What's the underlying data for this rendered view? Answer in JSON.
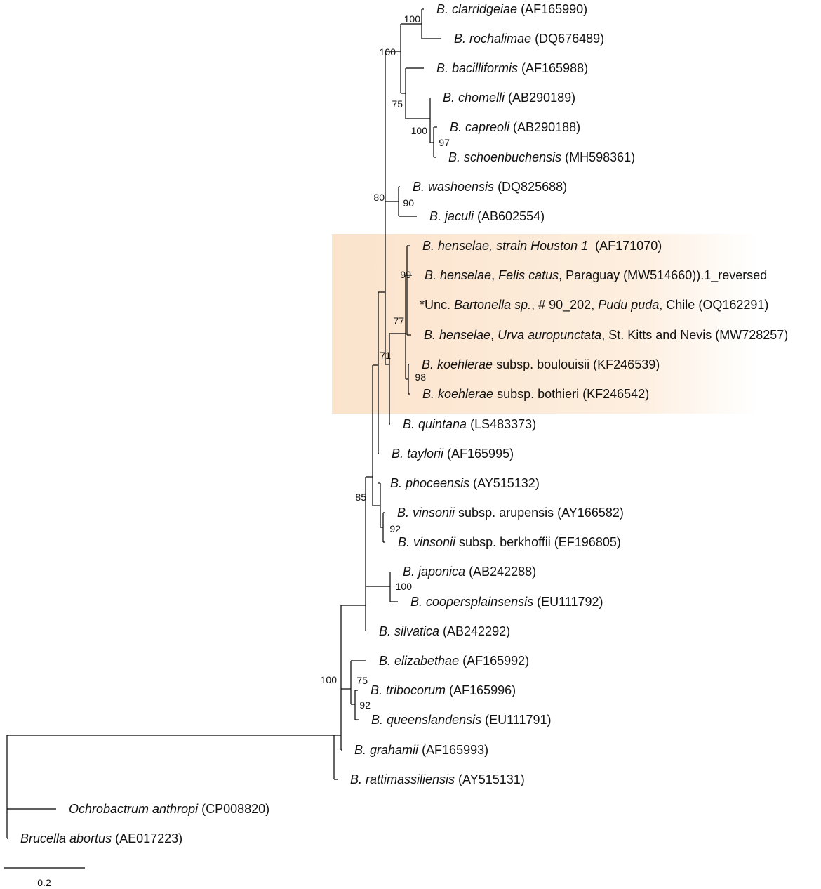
{
  "highlight_color": "#fbe3cc",
  "line_color": "#000000",
  "scale_bar": {
    "label": "0.2"
  },
  "leaves": [
    {
      "id": "clarridgeiae",
      "parts": [
        {
          "t": "B. clarridgeiae",
          "i": true
        },
        {
          "t": " (AF165990)",
          "i": false
        }
      ]
    },
    {
      "id": "rochalimae",
      "parts": [
        {
          "t": "B. rochalimae",
          "i": true
        },
        {
          "t": " (DQ676489)",
          "i": false
        }
      ]
    },
    {
      "id": "bacilliformis",
      "parts": [
        {
          "t": "B. bacilliformis",
          "i": true
        },
        {
          "t": " (AF165988)",
          "i": false
        }
      ]
    },
    {
      "id": "chomelli",
      "parts": [
        {
          "t": "B. chomelli",
          "i": true
        },
        {
          "t": " (AB290189)",
          "i": false
        }
      ]
    },
    {
      "id": "capreoli",
      "parts": [
        {
          "t": "B. capreoli",
          "i": true
        },
        {
          "t": " (AB290188)",
          "i": false
        }
      ]
    },
    {
      "id": "schoenbuchensis",
      "parts": [
        {
          "t": "B. schoenbuchensis",
          "i": true
        },
        {
          "t": " (MH598361)",
          "i": false
        }
      ]
    },
    {
      "id": "washoensis",
      "parts": [
        {
          "t": "B. washoensis",
          "i": true
        },
        {
          "t": " (DQ825688)",
          "i": false
        }
      ]
    },
    {
      "id": "jaculi",
      "parts": [
        {
          "t": "B. jaculi",
          "i": true
        },
        {
          "t": " (AB602554)",
          "i": false
        }
      ]
    },
    {
      "id": "henselae-houston",
      "parts": [
        {
          "t": "B. henselae, strain Houston 1",
          "i": true
        },
        {
          "t": "  (AF171070)",
          "i": false
        }
      ]
    },
    {
      "id": "henselae-felis",
      "parts": [
        {
          "t": "B. henselae",
          "i": true
        },
        {
          "t": ", ",
          "i": false
        },
        {
          "t": "Felis catus",
          "i": true
        },
        {
          "t": ", Paraguay (MW514660)).1_reversed",
          "i": false
        }
      ]
    },
    {
      "id": "unc-bartonella",
      "parts": [
        {
          "t": "*Unc. ",
          "i": false
        },
        {
          "t": "Bartonella sp.",
          "i": true
        },
        {
          "t": ", # 90_202, ",
          "i": false
        },
        {
          "t": "Pudu puda",
          "i": true
        },
        {
          "t": ", Chile (OQ162291)",
          "i": false
        }
      ]
    },
    {
      "id": "henselae-urva",
      "parts": [
        {
          "t": "B. henselae",
          "i": true
        },
        {
          "t": ", ",
          "i": false
        },
        {
          "t": "Urva auropunctata",
          "i": true
        },
        {
          "t": ", St. Kitts and Nevis (MW728257)",
          "i": false
        }
      ]
    },
    {
      "id": "koehlerae-boulouisii",
      "parts": [
        {
          "t": "B. koehlerae",
          "i": true
        },
        {
          "t": " subsp. boulouisii (KF246539)",
          "i": false
        }
      ]
    },
    {
      "id": "koehlerae-bothieri",
      "parts": [
        {
          "t": "B. koehlerae",
          "i": true
        },
        {
          "t": " subsp. bothieri (KF246542)",
          "i": false
        }
      ]
    },
    {
      "id": "quintana",
      "parts": [
        {
          "t": "B. quintana",
          "i": true
        },
        {
          "t": " (LS483373)",
          "i": false
        }
      ]
    },
    {
      "id": "taylorii",
      "parts": [
        {
          "t": "B. taylorii",
          "i": true
        },
        {
          "t": " (AF165995)",
          "i": false
        }
      ]
    },
    {
      "id": "phoceensis",
      "parts": [
        {
          "t": "B. phoceensis",
          "i": true
        },
        {
          "t": " (AY515132)",
          "i": false
        }
      ]
    },
    {
      "id": "vinsonii-arupensis",
      "parts": [
        {
          "t": "B. vinsonii",
          "i": true
        },
        {
          "t": " subsp. arupensis (AY166582)",
          "i": false
        }
      ]
    },
    {
      "id": "vinsonii-berkhoffii",
      "parts": [
        {
          "t": "B. vinsonii",
          "i": true
        },
        {
          "t": " subsp. berkhoffii (EF196805)",
          "i": false
        }
      ]
    },
    {
      "id": "japonica",
      "parts": [
        {
          "t": "B. japonica",
          "i": true
        },
        {
          "t": " (AB242288)",
          "i": false
        }
      ]
    },
    {
      "id": "coopersplainsensis",
      "parts": [
        {
          "t": "B. coopersplainsensis",
          "i": true
        },
        {
          "t": " (EU111792)",
          "i": false
        }
      ]
    },
    {
      "id": "silvatica",
      "parts": [
        {
          "t": "B. silvatica",
          "i": true
        },
        {
          "t": " (AB242292)",
          "i": false
        }
      ]
    },
    {
      "id": "elizabethae",
      "parts": [
        {
          "t": "B. elizabethae",
          "i": true
        },
        {
          "t": " (AF165992)",
          "i": false
        }
      ]
    },
    {
      "id": "tribocorum",
      "parts": [
        {
          "t": "B. tribocorum",
          "i": true
        },
        {
          "t": " (AF165996)",
          "i": false
        }
      ]
    },
    {
      "id": "queenslandensis",
      "parts": [
        {
          "t": "B. queenslandensis",
          "i": true
        },
        {
          "t": " (EU111791)",
          "i": false
        }
      ]
    },
    {
      "id": "grahamii",
      "parts": [
        {
          "t": "B. grahamii",
          "i": true
        },
        {
          "t": " (AF165993)",
          "i": false
        }
      ]
    },
    {
      "id": "rattimassiliensis",
      "parts": [
        {
          "t": "B. rattimassiliensis",
          "i": true
        },
        {
          "t": " (AY515131)",
          "i": false
        }
      ]
    },
    {
      "id": "ochrobactrum",
      "parts": [
        {
          "t": "Ochrobactrum anthropi",
          "i": true
        },
        {
          "t": " (CP008820)",
          "i": false
        }
      ]
    },
    {
      "id": "brucella",
      "parts": [
        {
          "t": "Brucella abortus",
          "i": true
        },
        {
          "t": " (AE017223)",
          "i": false
        }
      ]
    }
  ],
  "bootstrap": [
    {
      "id": "n-clar-roch",
      "value": "100"
    },
    {
      "id": "n-clar-group",
      "value": "100"
    },
    {
      "id": "n-chom-bac",
      "value": "75"
    },
    {
      "id": "n-chom-group",
      "value": "100"
    },
    {
      "id": "n-capr-schoen",
      "value": "97"
    },
    {
      "id": "n-top",
      "value": "80"
    },
    {
      "id": "n-wash-jac",
      "value": "90"
    },
    {
      "id": "n-hens",
      "value": "99"
    },
    {
      "id": "n-hens-koeh",
      "value": "77"
    },
    {
      "id": "n-koeh",
      "value": "98"
    },
    {
      "id": "n-quintana",
      "value": "71"
    },
    {
      "id": "n-mid",
      "value": "85"
    },
    {
      "id": "n-vinsonii",
      "value": "92"
    },
    {
      "id": "n-japonica",
      "value": "100"
    },
    {
      "id": "n-bartonella",
      "value": "100"
    },
    {
      "id": "n-eliz",
      "value": "75"
    },
    {
      "id": "n-trib-queens",
      "value": "92"
    }
  ]
}
